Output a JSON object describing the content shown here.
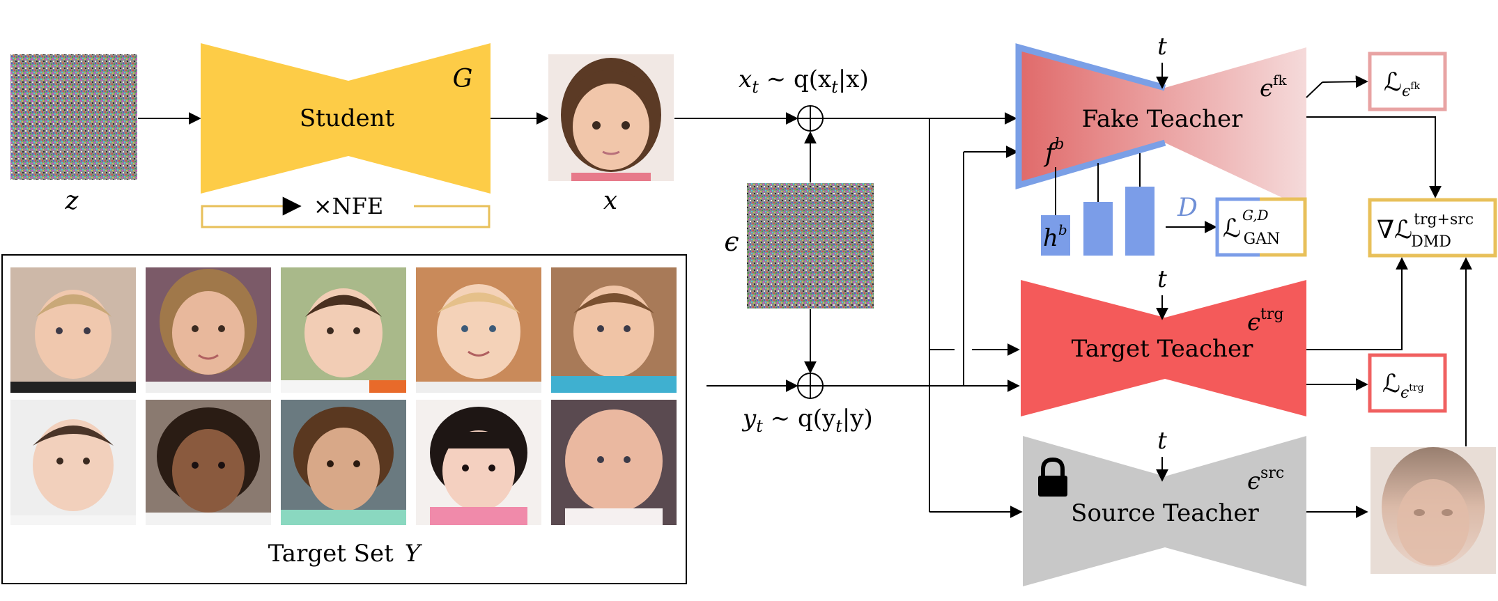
{
  "labels": {
    "z": "z",
    "x": "x",
    "G": "G",
    "student": "Student",
    "nfe": "×NFE",
    "epsilon": "ϵ",
    "xt_expr": "x",
    "xt_sub": "t",
    "xt_rest": " ∼ q(x",
    "xt_sub2": "t",
    "xt_end": "|x)",
    "yt_expr": "y",
    "yt_sub": "t",
    "yt_rest": " ∼ q(y",
    "yt_sub2": "t",
    "yt_end": "|y)",
    "target_set": "Target Set",
    "target_set_var": "Y",
    "t": "t",
    "fake_teacher": "Fake Teacher",
    "target_teacher": "Target Teacher",
    "source_teacher": "Source Teacher",
    "eps_fk_base": "ϵ",
    "eps_fk_sup": "fk",
    "eps_trg_base": "ϵ",
    "eps_trg_sup": "trg",
    "eps_src_base": "ϵ",
    "eps_src_sup": "src",
    "fb_base": "f",
    "fb_sup": "b",
    "hb_base": "h",
    "hb_sup": "b",
    "D": "D",
    "L": "ℒ",
    "loss_fk_sub_base": "ϵ",
    "loss_fk_sub_sup": "fk",
    "loss_trg_sub_base": "ϵ",
    "loss_trg_sub_sup": "trg",
    "gan_sup": "G,D",
    "gan_sub": "GAN",
    "nabla": "∇",
    "dmd_sup": "trg+src",
    "dmd_sub": "DMD"
  },
  "colors": {
    "student": "#fdcc47",
    "fake_teacher_gradient_start": "#e06a6a",
    "fake_teacher_gradient_end": "#f5dada",
    "fake_teacher_border": "#7a9fe6",
    "target_teacher": "#f45a5a",
    "source_teacher": "#c8c8c8",
    "feature_bar": "#7b9de8",
    "loss_fk_border": "#e8a3a3",
    "loss_trg_border": "#f06060",
    "gan_border_left": "#7b9de8",
    "gan_border_right": "#e8c05a",
    "dmd_border": "#e8c05a",
    "D_color": "#6f8fd6"
  },
  "icons": {
    "lock": "lock-icon",
    "noise_z": "noise-image",
    "noise_eps": "noise-image",
    "student_output": "face-image",
    "target_faces": "face-image",
    "source_output": "blurred-face-image"
  }
}
